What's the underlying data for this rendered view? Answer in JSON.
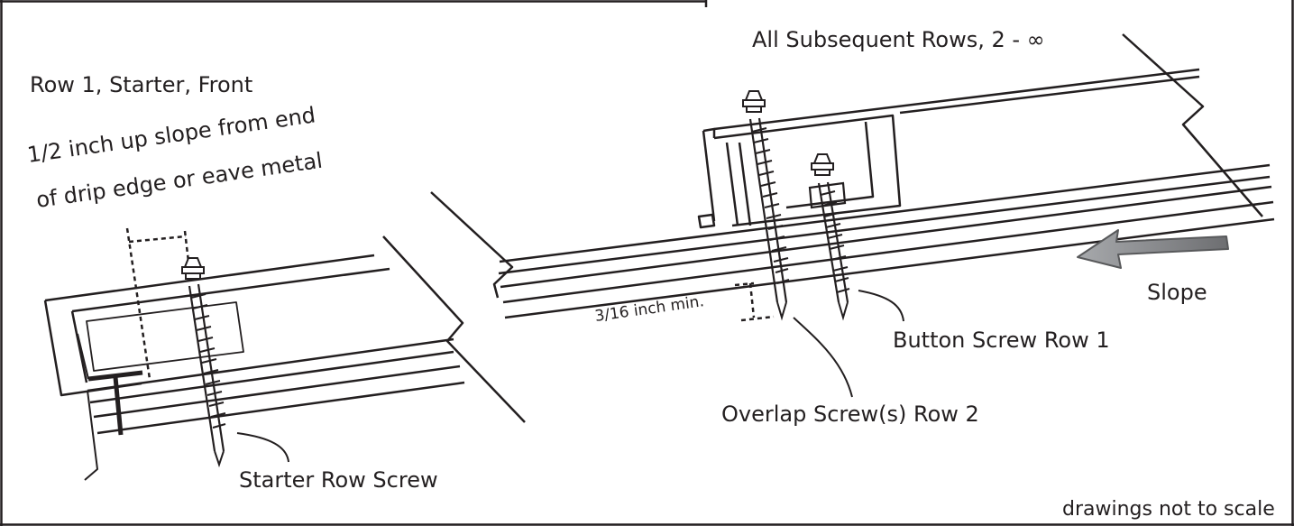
{
  "labels": {
    "row1": "Row 1, Starter, Front",
    "subsequent": "All Subsequent Rows, 2 - ∞",
    "halfInchLine1": "1/2 inch up slope from end",
    "halfInchLine2": "of drip edge or eave metal",
    "threeSixteenths": "3/16 inch min.",
    "slope": "Slope",
    "buttonScrew": "Button Screw Row 1",
    "overlapScrew": "Overlap Screw(s) Row 2",
    "starterScrew": "Starter Row Screw",
    "notToScale": "drawings not to scale"
  },
  "colors": {
    "ink": "#231f20",
    "arrowFill": "#a7a9ac",
    "arrowDark": "#58595b"
  }
}
